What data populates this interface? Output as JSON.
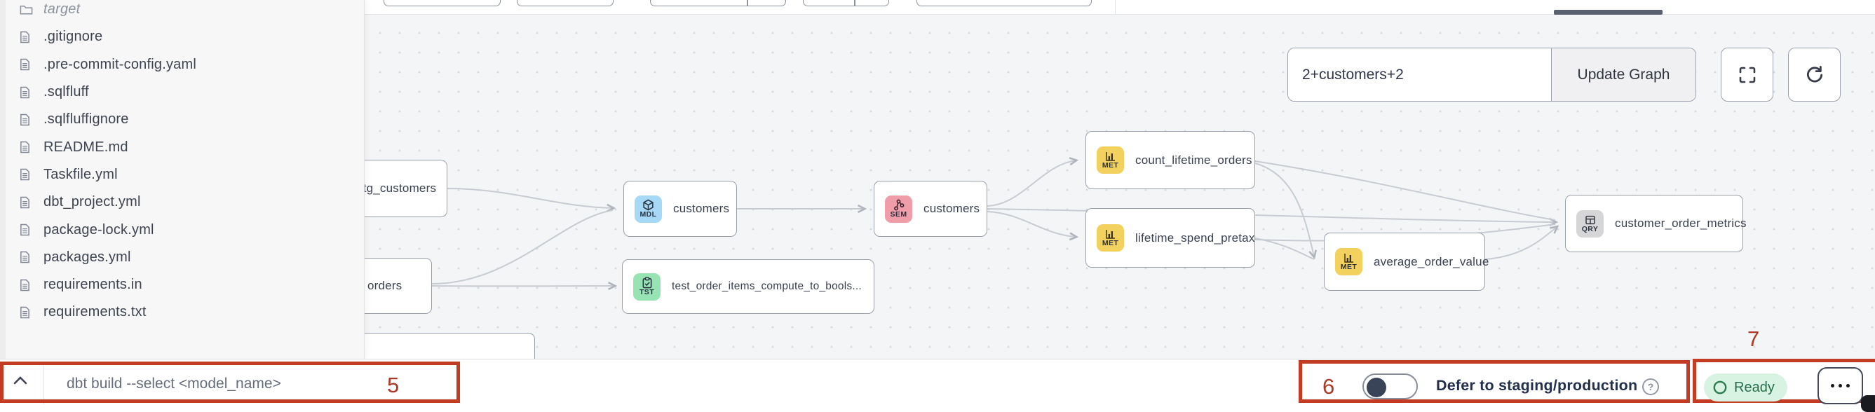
{
  "annotations": {
    "box5": "5",
    "box6": "6",
    "box7": "7",
    "color": "#c23b22"
  },
  "sidebar": {
    "folder": "target",
    "files": [
      ".gitignore",
      ".pre-commit-config.yaml",
      ".sqlfluff",
      ".sqlfluffignore",
      "README.md",
      "Taskfile.yml",
      "dbt_project.yml",
      "package-lock.yml",
      "packages.yml",
      "requirements.in",
      "requirements.txt"
    ]
  },
  "lineage_controls": {
    "selector_value": "2+customers+2",
    "update_button": "Update Graph"
  },
  "graph": {
    "nodes": [
      {
        "name": "stg_customers",
        "type": ""
      },
      {
        "name": "orders",
        "type": ""
      },
      {
        "name": "",
        "type": ""
      },
      {
        "name": "customers",
        "type": "MDL"
      },
      {
        "name": "test_order_items_compute_to_bools...",
        "type": "TST"
      },
      {
        "name": "customers",
        "type": "SEM"
      },
      {
        "name": "count_lifetime_orders",
        "type": "MET"
      },
      {
        "name": "lifetime_spend_pretax",
        "type": "MET"
      },
      {
        "name": "average_order_value",
        "type": "MET"
      },
      {
        "name": "customer_order_metrics",
        "type": "QRY"
      }
    ],
    "edges": [
      [
        "stg_customers",
        "customers (MDL)"
      ],
      [
        "orders",
        "customers (MDL)"
      ],
      [
        "orders",
        "test_order_items_compute_to_bools..."
      ],
      [
        "customers (MDL)",
        "customers (SEM)"
      ],
      [
        "customers (SEM)",
        "count_lifetime_orders"
      ],
      [
        "customers (SEM)",
        "lifetime_spend_pretax"
      ],
      [
        "customers (SEM)",
        "customer_order_metrics"
      ],
      [
        "count_lifetime_orders",
        "customer_order_metrics"
      ],
      [
        "count_lifetime_orders",
        "average_order_value"
      ],
      [
        "lifetime_spend_pretax",
        "average_order_value"
      ],
      [
        "lifetime_spend_pretax",
        "customer_order_metrics"
      ],
      [
        "average_order_value",
        "customer_order_metrics"
      ]
    ],
    "badge_colors": {
      "MDL": "#a5d9f6",
      "SEM": "#f09daa",
      "MET": "#f2d15f",
      "TST": "#97e3b4",
      "QRY": "#d6d6d9"
    }
  },
  "bottom_bar": {
    "command_placeholder": "dbt build --select <model_name>",
    "defer_label": "Defer to staging/production",
    "status": "Ready",
    "status_colors": {
      "background": "#d9f3e3",
      "text": "#256e49"
    }
  }
}
